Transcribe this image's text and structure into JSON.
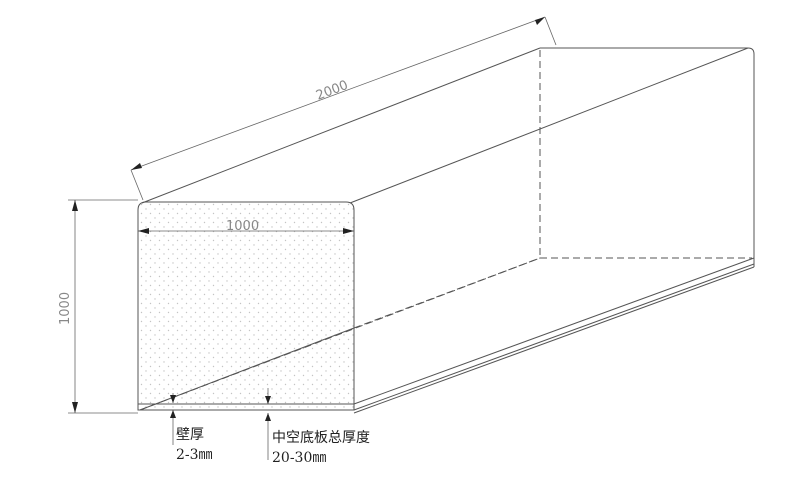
{
  "drawing": {
    "type": "isometric hollow box / container technical sketch",
    "line_color": "#555555",
    "fill_pattern": "dotted (front face)",
    "dimensions": {
      "length": "2000",
      "width": "1000",
      "height": "1000"
    },
    "annotations": {
      "wall_thickness_label": "壁厚",
      "wall_thickness_value": "2-3㎜",
      "floor_thickness_label": "中空底板总厚度",
      "floor_thickness_value": "20-30㎜"
    }
  }
}
